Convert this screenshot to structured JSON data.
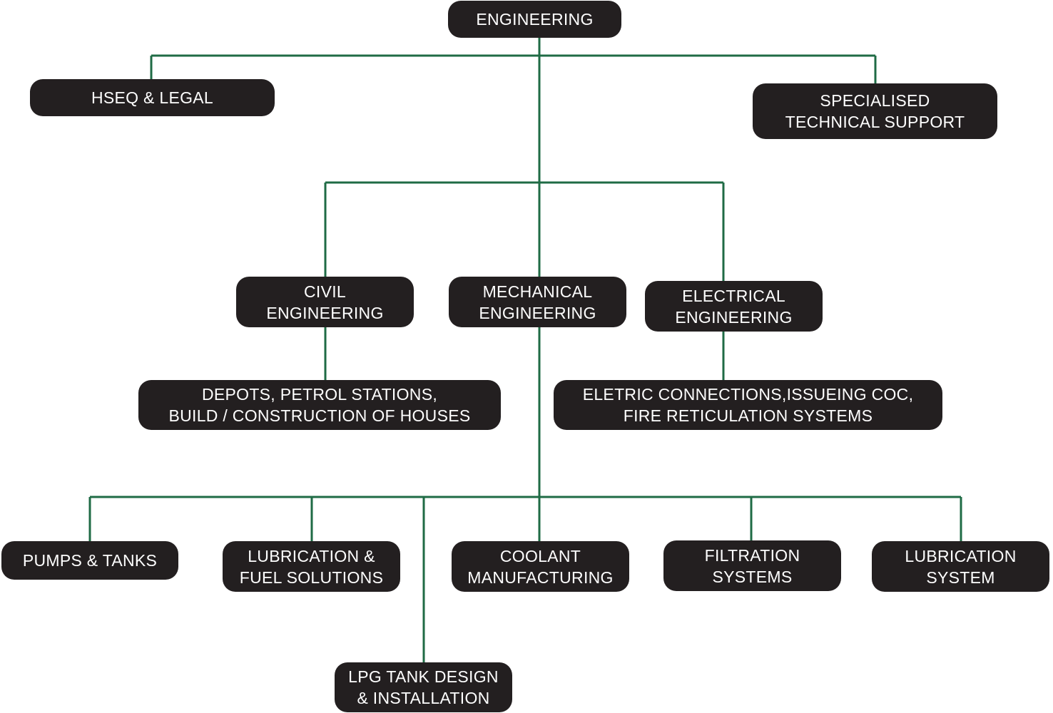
{
  "nodes": {
    "engineering": {
      "lines": [
        "ENGINEERING"
      ]
    },
    "hseq": {
      "lines": [
        "HSEQ & LEGAL"
      ]
    },
    "specialised": {
      "lines": [
        "SPECIALISED",
        "TECHNICAL SUPPORT"
      ]
    },
    "civil": {
      "lines": [
        "CIVIL",
        "ENGINEERING"
      ]
    },
    "mechanical": {
      "lines": [
        "MECHANICAL",
        "ENGINEERING"
      ]
    },
    "electrical": {
      "lines": [
        "ELECTRICAL",
        "ENGINEERING"
      ]
    },
    "depots": {
      "lines": [
        "DEPOTS, PETROL STATIONS,",
        "BUILD / CONSTRUCTION OF HOUSES"
      ]
    },
    "electric_connections": {
      "lines": [
        "ELETRIC CONNECTIONS,ISSUEING COC,",
        "FIRE RETICULATION SYSTEMS"
      ]
    },
    "pumps": {
      "lines": [
        "PUMPS & TANKS"
      ]
    },
    "lubrication_fuel": {
      "lines": [
        "LUBRICATION &",
        "FUEL SOLUTIONS"
      ]
    },
    "coolant": {
      "lines": [
        "COOLANT",
        "MANUFACTURING"
      ]
    },
    "filtration": {
      "lines": [
        "FILTRATION",
        "SYSTEMS"
      ]
    },
    "lubrication_system": {
      "lines": [
        "LUBRICATION",
        "SYSTEM"
      ]
    },
    "lpg": {
      "lines": [
        "LPG TANK DESIGN",
        "& INSTALLATION"
      ]
    }
  },
  "colors": {
    "node_fill": "#231f20",
    "node_text": "#ffffff",
    "connector": "#1f6b45"
  }
}
